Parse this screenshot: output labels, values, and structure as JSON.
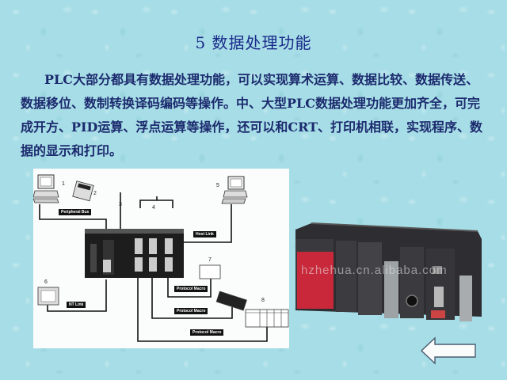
{
  "slide": {
    "title": "5  数据处理功能",
    "paragraph": "PLC大部分都具有数据处理功能，可以实现算术运算、数据比较、数据传送、数据移位、数制转换译码编码等操作。中、大型PLC数据处理功能更加齐全，可完成开方、PID运算、浮点运算等操作，还可以和CRT、打印机相联，实现程序、数据的显示和打印。"
  },
  "diagram": {
    "numbers": [
      "1",
      "2",
      "3",
      "4",
      "5",
      "6",
      "7",
      "8"
    ],
    "links": {
      "peripheral_bus": "Peripheral Bus",
      "host_link": "Host Link",
      "nt_link": "NT Link",
      "protocol_macro_1": "Protocol Macro",
      "protocol_macro_2": "Protocol Macro",
      "protocol_macro_3": "Protocol Macro"
    }
  },
  "photo": {
    "watermark": "hzhehua.cn.alibaba.com"
  },
  "navigation": {
    "back_icon": "left-arrow-icon"
  },
  "colors": {
    "background": "#a6dde6",
    "title_text": "#1a2a8a",
    "body_text": "#1c2a6e",
    "plc_red": "#c8283a",
    "plc_body": "#3a3a3e"
  }
}
